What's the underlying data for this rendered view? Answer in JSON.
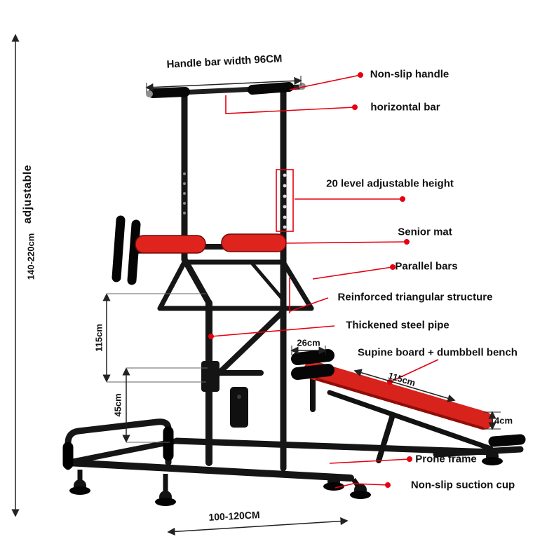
{
  "colors": {
    "accent_red": "#e60012",
    "frame_black": "#161616",
    "pad_red": "#df231d",
    "bench_red": "#d8221c"
  },
  "axis": {
    "adjustable": "adjustable",
    "height_range": "140-220cm"
  },
  "dimensions": {
    "handle_bar_width": "Handle bar width 96CM",
    "base_width": "100-120CM",
    "upper_height": "115cm",
    "lower_height": "45cm",
    "head_pad_width": "26cm",
    "bench_length": "115cm",
    "bench_pad_thickness": "4cm"
  },
  "callouts": [
    {
      "label": "Non-slip handle"
    },
    {
      "label": "horizontal bar"
    },
    {
      "label": "20 level adjustable height"
    },
    {
      "label": "Senior mat"
    },
    {
      "label": "Parallel bars"
    },
    {
      "label": "Reinforced triangular structure"
    },
    {
      "label": "Thickened steel pipe"
    },
    {
      "label": "Supine board + dumbbell bench"
    },
    {
      "label": "Prone frame"
    },
    {
      "label": "Non-slip suction cup"
    }
  ]
}
